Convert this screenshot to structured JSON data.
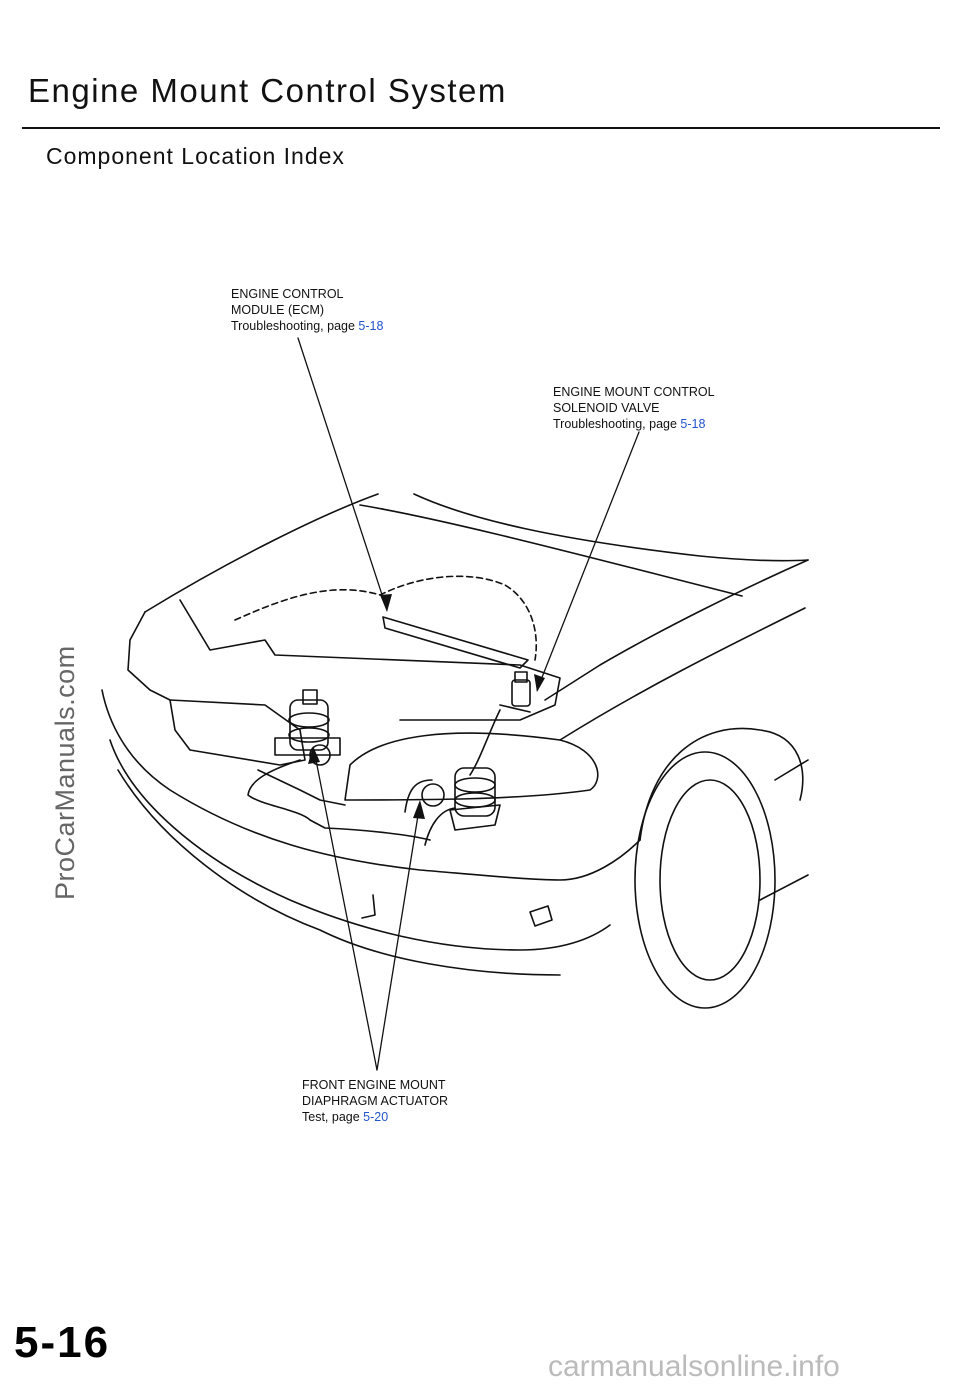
{
  "page": {
    "title": "Engine Mount Control System",
    "section": "Component Location Index",
    "page_number": "5-16",
    "watermark": "ProCarManuals.com",
    "footer_site": "carmanualsonline.info"
  },
  "callouts": {
    "ecm": {
      "line1": "ENGINE CONTROL",
      "line2": "MODULE (ECM)",
      "ref_prefix": "Troubleshooting, page ",
      "ref_page": "5-18"
    },
    "solenoid": {
      "line1": "ENGINE MOUNT CONTROL",
      "line2": "SOLENOID VALVE",
      "ref_prefix": "Troubleshooting, page ",
      "ref_page": "5-18"
    },
    "actuator": {
      "line1": "FRONT ENGINE MOUNT",
      "line2": "DIAPHRAGM ACTUATOR",
      "ref_prefix": "Test, page ",
      "ref_page": "5-20"
    }
  },
  "colors": {
    "text": "#111111",
    "link": "#2255cc",
    "watermark": "#666666",
    "footer": "#bbbbbb"
  }
}
